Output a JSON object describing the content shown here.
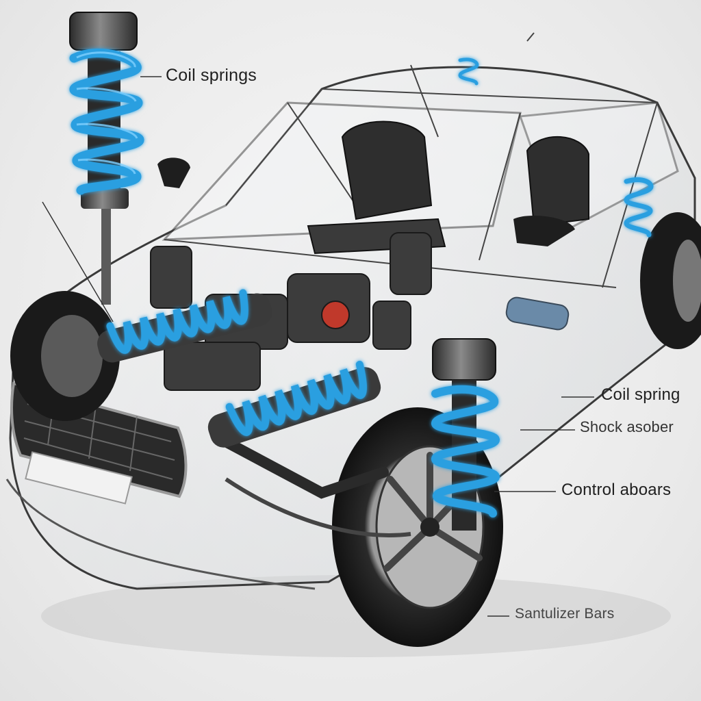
{
  "diagram": {
    "labels": {
      "coil_springs": "Coil springs",
      "coil_spring": "Coil spring",
      "shock_absorber": "Shock asober",
      "control_arms": "Control aboars",
      "stabilizer_bars": "Santulizer Bars"
    },
    "colors": {
      "background": "#ececec",
      "spring_blue": "#2a9fe0",
      "spring_glow": "#7fd0ff",
      "body_outline": "#3a3a3a",
      "tire": "#1c1c1c",
      "label_text": "#1f1f1f"
    }
  }
}
